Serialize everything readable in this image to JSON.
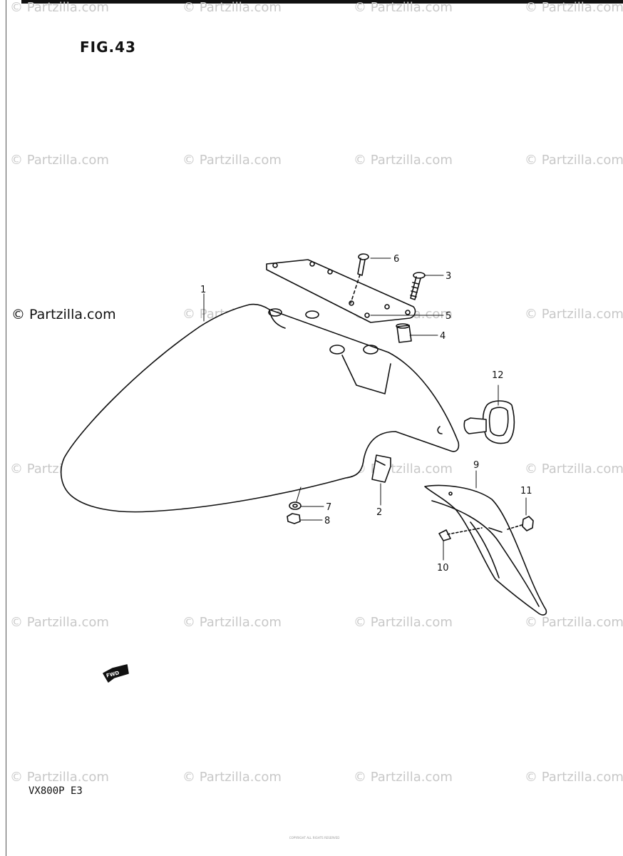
{
  "figure": {
    "title": "FIG.43",
    "model": "VX800P  E3"
  },
  "watermark": {
    "text": "© Partzilla.com",
    "main_text": "© Partzilla.com"
  },
  "fwd_label": "FWD",
  "callouts": [
    "1",
    "2",
    "3",
    "4",
    "5",
    "6",
    "7",
    "8",
    "9",
    "10",
    "11",
    "12"
  ],
  "footer_text": "COPYRIGHT ALL RIGHTS RESERVED"
}
